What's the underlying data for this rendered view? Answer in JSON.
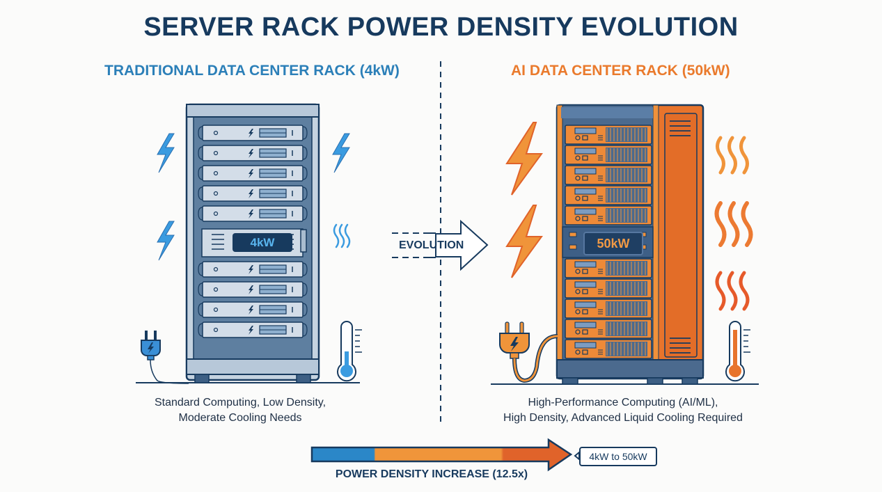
{
  "title": "SERVER RACK POWER DENSITY EVOLUTION",
  "left": {
    "heading": "TRADITIONAL DATA CENTER RACK (4kW)",
    "rack_label": "4kW",
    "server_units": 9,
    "caption_line1": "Standard Computing, Low Density,",
    "caption_line2": "Moderate Cooling Needs",
    "icons": [
      "lightning-icon",
      "lightning-icon",
      "lightning-icon",
      "heat-waves-icon",
      "power-plug-icon",
      "thermometer-icon"
    ],
    "accent": "#2b7fb8"
  },
  "right": {
    "heading": "AI DATA CENTER RACK (50kW)",
    "rack_label": "50kW",
    "server_units": 10,
    "caption_line1": "High-Performance Computing (AI/ML),",
    "caption_line2": "High Density, Advanced Liquid Cooling Required",
    "icons": [
      "lightning-icon",
      "lightning-icon",
      "heat-waves-icon",
      "heat-waves-icon",
      "heat-waves-icon",
      "power-plug-icon",
      "thermometer-icon"
    ],
    "accent": "#ea7a2c"
  },
  "center": {
    "evolution_label": "EVOLUTION"
  },
  "bottom": {
    "label": "POWER DENSITY INCREASE (12.5x)",
    "callout": "4kW to 50kW",
    "gradient_colors": [
      "#2b87c8",
      "#f0953a",
      "#e0632a"
    ]
  },
  "colors": {
    "title": "#173a5e",
    "blue_accent": "#2b7fb8",
    "orange_accent": "#ea7a2c",
    "dark_navy": "#173a5e"
  }
}
